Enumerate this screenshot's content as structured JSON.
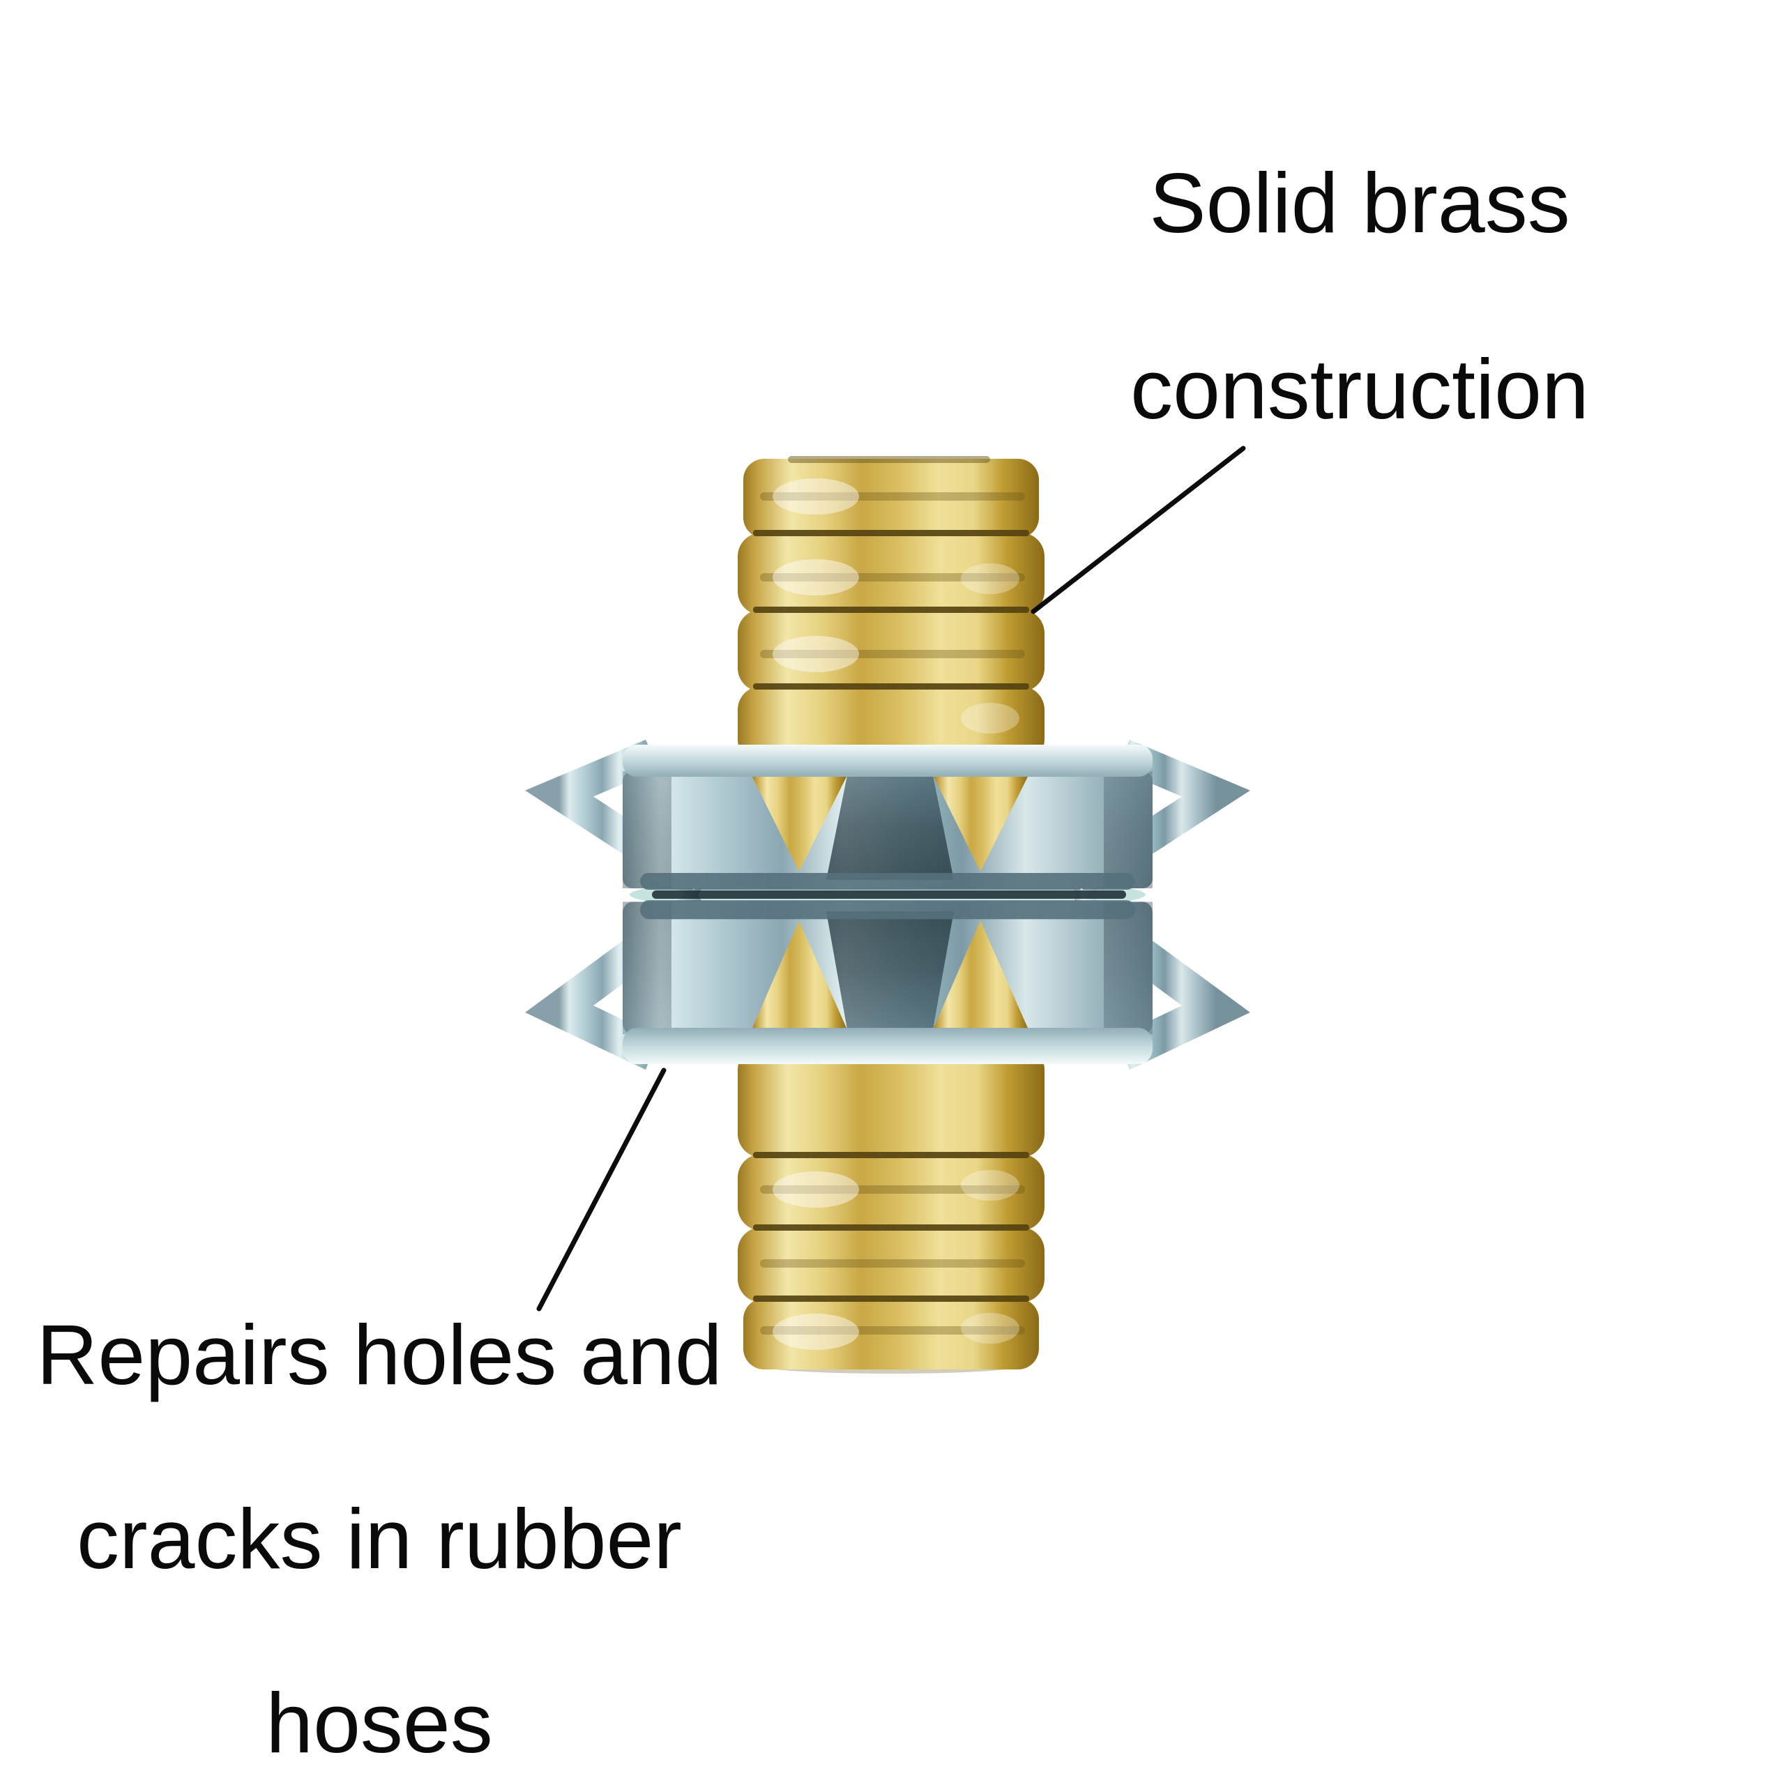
{
  "image": {
    "subject": "Brass hose mender coupling with two clench clamps",
    "background": "white"
  },
  "callouts": {
    "brass": {
      "line1": "Solid brass",
      "line2": "construction"
    },
    "repairs": {
      "line1": "Repairs holes and",
      "line2": "cracks in rubber",
      "line3": "hoses"
    }
  },
  "colors": {
    "background": "#ffffff",
    "text": "#0a0a0a",
    "leader_line": "#0c0c0c",
    "brass_highlight": "#f2e6a8",
    "brass_mid": "#c9a845",
    "brass_deep": "#8a6a16",
    "brass_groove": "#52400f",
    "steel_light": "#dcecee",
    "steel_mid": "#9cc0c6",
    "steel_deep": "#76929d",
    "steel_shadow": "#2e424c",
    "teal_tint": "#8fc8c2"
  }
}
